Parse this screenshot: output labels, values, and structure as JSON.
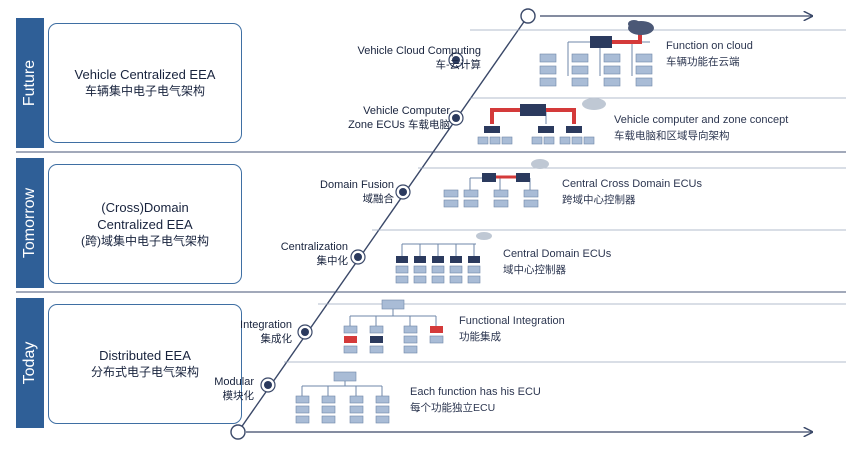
{
  "bands": [
    {
      "tab": "Future",
      "title_en": "Vehicle Centralized EEA",
      "title_cn": "车辆集中电子电气架构"
    },
    {
      "tab": "Tomorrow",
      "title_en_1": "(Cross)Domain",
      "title_en_2": "Centralized EEA",
      "title_cn": "(跨)域集中电子电气架构"
    },
    {
      "tab": "Today",
      "title_en": "Distributed EEA",
      "title_cn": "分布式电子电气架构"
    }
  ],
  "stages": [
    {
      "en": "Vehicle Cloud Computing",
      "cn": "车-云计算",
      "desc_en": "Function on cloud",
      "desc_cn": "车辆功能在云端"
    },
    {
      "en_1": "Vehicle Computer",
      "en_2": "Zone ECUs",
      "cn": "车载电脑",
      "desc_en": "Vehicle computer and zone concept",
      "desc_cn": "车载电脑和区域导向架构"
    },
    {
      "en": "Domain Fusion",
      "cn": "域融合",
      "desc_en": "Central Cross Domain ECUs",
      "desc_cn": "跨域中心控制器"
    },
    {
      "en": "Centralization",
      "cn": "集中化",
      "desc_en": "Central Domain ECUs",
      "desc_cn": "域中心控制器"
    },
    {
      "en": "Integration",
      "cn": "集成化",
      "desc_en": "Functional Integration",
      "desc_cn": "功能集成"
    },
    {
      "en": "Modular",
      "cn": "模块化",
      "desc_en": "Each function has his ECU",
      "desc_cn": "每个功能独立ECU"
    }
  ],
  "colors": {
    "band_tab": "#2f5f97",
    "box_border": "#3f6fa3",
    "timeline": "#3a4868",
    "node_fill": "#2b3a5e",
    "ecu_fill": "#a9bcd6",
    "ecu_border": "#6f87a8",
    "central_ecu": "#2b3a5e",
    "highlight": "#d43a3a",
    "cloud": "#bfc8d4"
  }
}
